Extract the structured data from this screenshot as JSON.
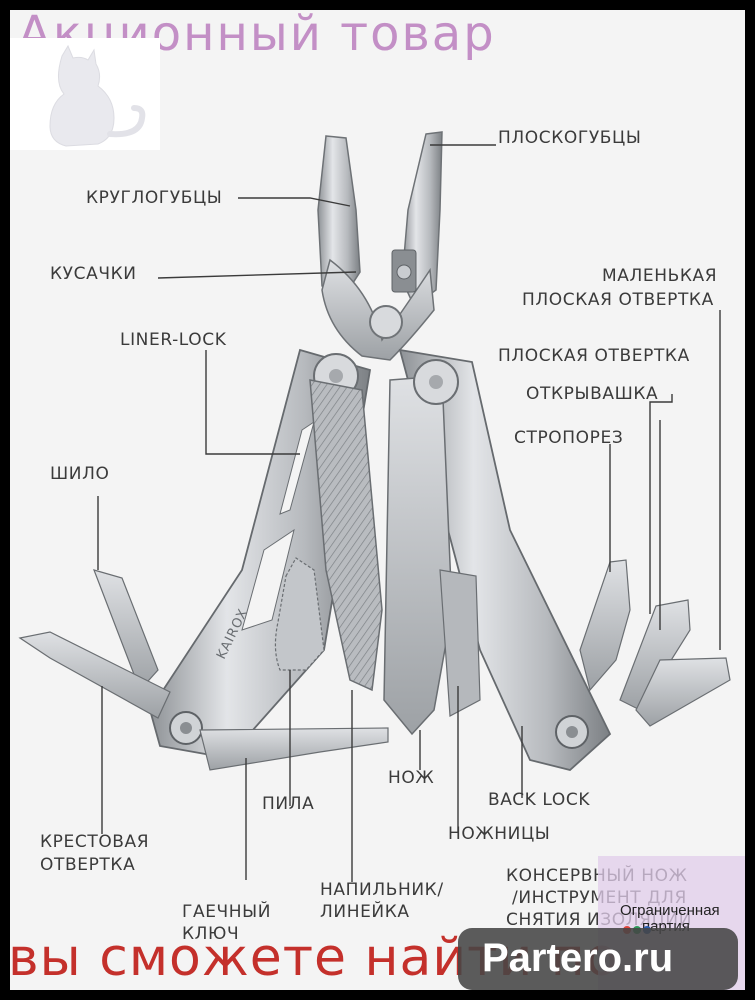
{
  "promo_title": "Акционный товар",
  "labels": {
    "pliers": "ПЛОСКОГУБЦЫ",
    "round_pliers": "КРУГЛОГУБЦЫ",
    "cutters": "КУСАЧКИ",
    "small_flat_screwdriver_1": "МАЛЕНЬКАЯ",
    "small_flat_screwdriver_2": "ПЛОСКАЯ ОТВЕРТКА",
    "liner_lock": "LINER-LOCK",
    "flat_screwdriver": "ПЛОСКАЯ ОТВЕРТКА",
    "bottle_opener": "ОТКРЫВАШКА",
    "strap_cutter": "СТРОПОРЕЗ",
    "awl": "ШИЛО",
    "knife": "НОЖ",
    "back_lock": "BACK LOCK",
    "saw": "ПИЛА",
    "phillips_1": "КРЕСТОВАЯ",
    "phillips_2": "ОТВЕРТКА",
    "scissors": "НОЖНИЦЫ",
    "can_opener_1": "КОНСЕРВНЫЙ НОЖ",
    "can_opener_2": "/ИНСТРУМЕНТ ДЛЯ",
    "can_opener_3": "СНЯТИЯ ИЗОЛЯЦИИ",
    "wrench_1": "ГАЕЧНЫЙ",
    "wrench_2": "КЛЮЧ",
    "file_1": "НАПИЛЬНИК/",
    "file_2": "ЛИНЕЙКА"
  },
  "brand_engraving": "KAIROX",
  "bottom_text": "вы сможете найти по",
  "badge": {
    "line1": "Ограниченная",
    "line2": "партия",
    "dot_colors": [
      "#e0463c",
      "#2e9a5a",
      "#2b5fb0"
    ]
  },
  "site": "Partero.ru",
  "colors": {
    "promo": "#c38fc6",
    "bottom_text": "#c4302b",
    "label": "#3b3b3b",
    "steel": "#c9ccd0"
  }
}
